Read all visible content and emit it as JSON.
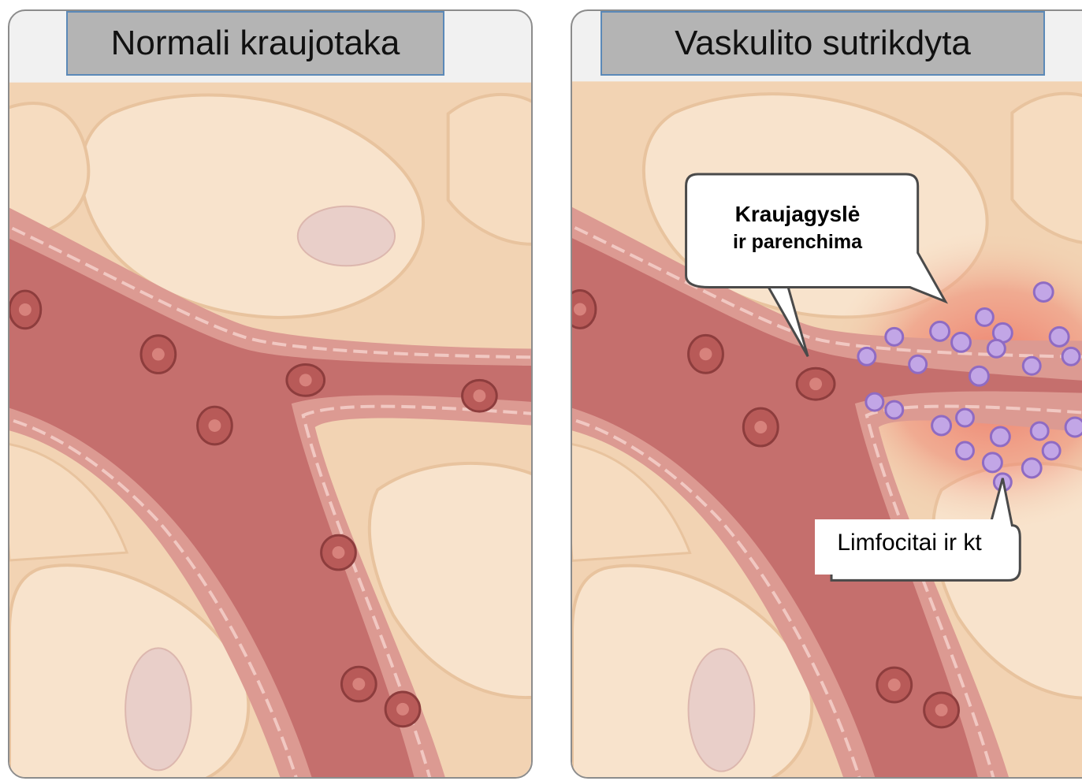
{
  "panels": {
    "left": {
      "title": "Normali kraujotaka"
    },
    "right": {
      "title": "Vaskulito sutrikdyta",
      "callout_vessel": {
        "line1": "Kraujagyslė",
        "line2": "ir parenchima"
      },
      "callout_cells": {
        "text": "Limfocitai ir kt"
      }
    }
  },
  "colors": {
    "tissue": "#f2d3b3",
    "tissue_light": "#f8e3cc",
    "cell_outline": "#e8c39e",
    "nucleus": "#e9cfc9",
    "vessel_wall": "#dc9a92",
    "vessel_lumen": "#c56f6d",
    "red_cell": "#a94c4c",
    "inflammation": "#ec6c5c",
    "lymphocyte": "#b394d8",
    "title_fill": "#b4b4b4",
    "title_border": "#5b89b8"
  }
}
